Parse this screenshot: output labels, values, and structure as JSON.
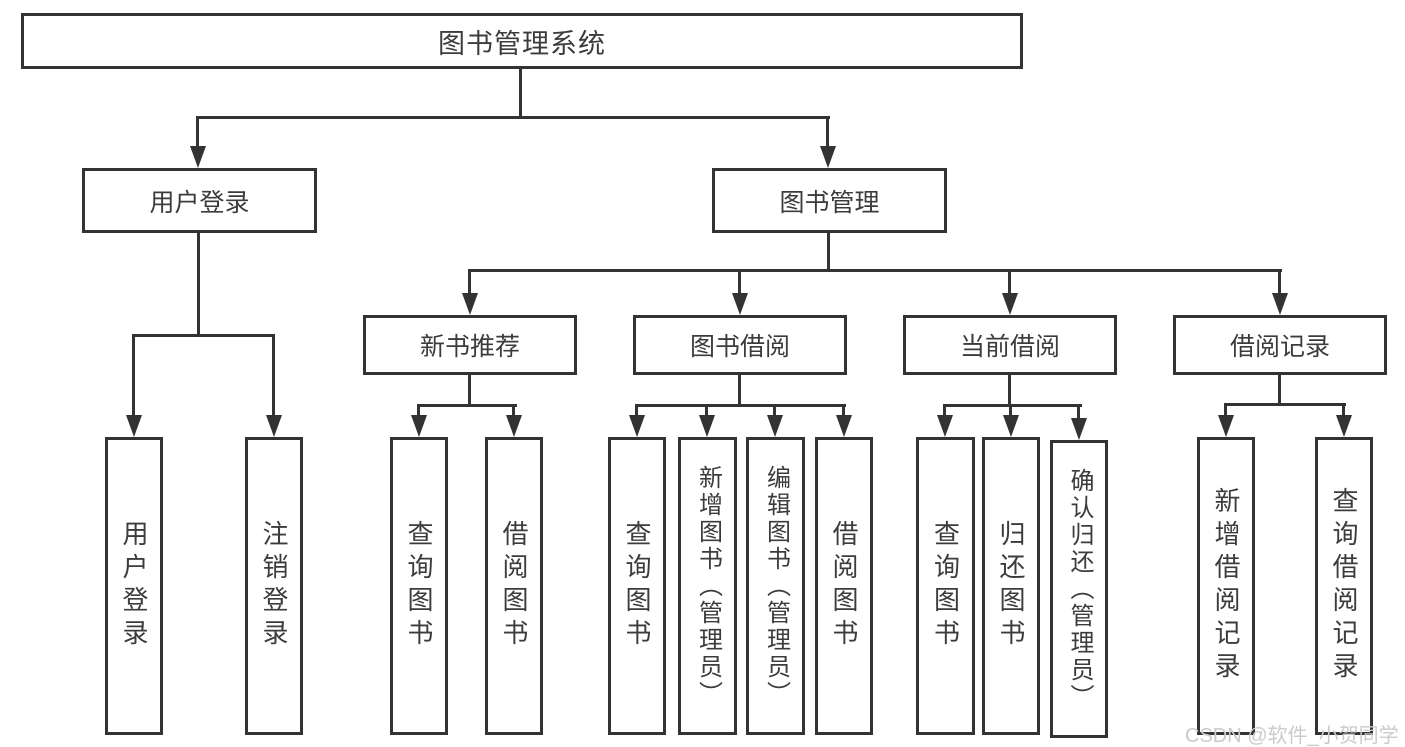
{
  "title": "图书管理系统",
  "watermark": "CSDN @软件_小贺同学",
  "colors": {
    "line": "#333333",
    "text": "#3c3c3c",
    "watermark": "#cbcbcb",
    "background": "#ffffff"
  },
  "tree": {
    "label": "图书管理系统",
    "children": [
      {
        "label": "用户登录",
        "children": [
          {
            "label": "用户登录"
          },
          {
            "label": "注销登录"
          }
        ]
      },
      {
        "label": "图书管理",
        "children": [
          {
            "label": "新书推荐",
            "children": [
              {
                "label": "查询图书"
              },
              {
                "label": "借阅图书"
              }
            ]
          },
          {
            "label": "图书借阅",
            "children": [
              {
                "label": "查询图书"
              },
              {
                "label": "新增图书（管理员）"
              },
              {
                "label": "编辑图书（管理员）"
              },
              {
                "label": "借阅图书"
              }
            ]
          },
          {
            "label": "当前借阅",
            "children": [
              {
                "label": "查询图书"
              },
              {
                "label": "归还图书"
              },
              {
                "label": "确认归还（管理员）"
              }
            ]
          },
          {
            "label": "借阅记录",
            "children": [
              {
                "label": "新增借阅记录"
              },
              {
                "label": "查询借阅记录"
              }
            ]
          }
        ]
      }
    ]
  }
}
